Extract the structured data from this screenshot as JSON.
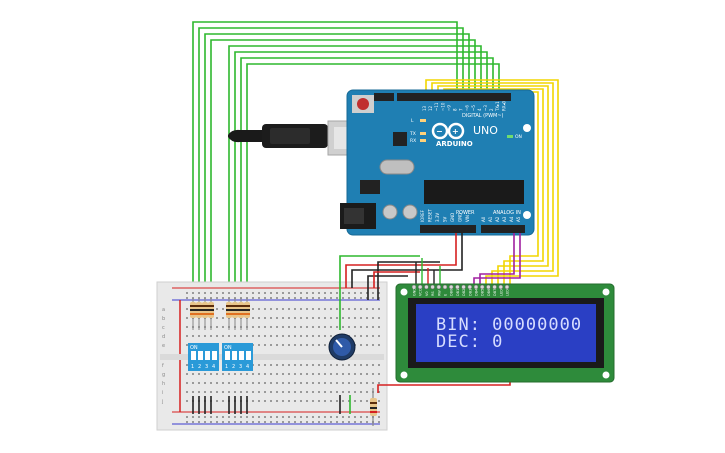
{
  "arduino": {
    "brand": "ARDUINO",
    "model": "UNO",
    "digital_label": "DIGITAL (PWM~)",
    "power_label": "POWER",
    "analog_label": "ANALOG IN",
    "on_label": "ON",
    "tx_label": "TX",
    "rx_label": "RX",
    "l_label": "L",
    "aref_label": "AREF",
    "gnd_label": "GND",
    "digital_pins": [
      "13",
      "12",
      "~11",
      "~10",
      "~9",
      "8",
      "7",
      "~6",
      "~5",
      "4",
      "~3",
      "2",
      "TX▸1",
      "RX◂0"
    ],
    "power_pins": [
      "IOREF",
      "RESET",
      "3.3V",
      "5V",
      "GND",
      "GND",
      "VIN"
    ],
    "analog_pins": [
      "A0",
      "A1",
      "A2",
      "A3",
      "A4",
      "A5"
    ]
  },
  "dip_switches": [
    {
      "on_label": "ON",
      "numbers": [
        "1",
        "2",
        "3",
        "4"
      ]
    },
    {
      "on_label": "ON",
      "numbers": [
        "1",
        "2",
        "3",
        "4"
      ]
    }
  ],
  "lcd": {
    "line1": "BIN: 00000000",
    "line2": "DEC: 0",
    "pin_labels": [
      "GND",
      "VCC",
      "V0",
      "RS",
      "RW",
      "E",
      "DB0",
      "DB1",
      "DB2",
      "DB3",
      "DB4",
      "DB5",
      "DB6",
      "DB7",
      "LED",
      "LED"
    ]
  },
  "breadboard": {
    "row_letters": [
      "a",
      "b",
      "c",
      "d",
      "e",
      "f",
      "g",
      "h",
      "i",
      "j"
    ]
  },
  "colors": {
    "arduino_board": "#1f7fb3",
    "breadboard": "#e9e9e9",
    "lcd_pcb": "#2e8b3b",
    "lcd_screen": "#2a3fc4",
    "wire_green": "#2eb82e",
    "wire_yellow": "#f2d600",
    "wire_red": "#d62020",
    "wire_black": "#222222",
    "wire_purple": "#a020a0",
    "dip_switch": "#2a9ad8"
  }
}
